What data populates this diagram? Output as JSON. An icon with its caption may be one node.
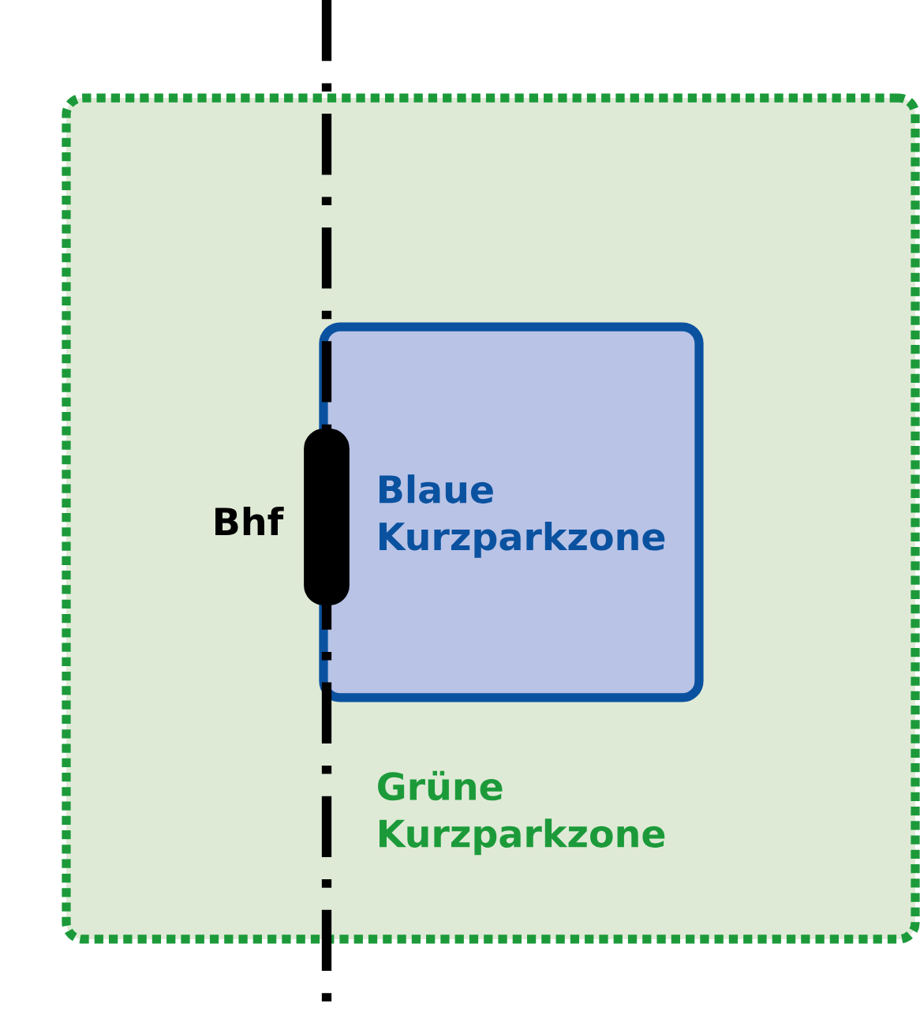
{
  "diagram": {
    "nodes": [
      {
        "text": [
          "Grüne Kurzparkzone"
        ]
      },
      {
        "text": [
          "Blaue Kurzparkzone"
        ],
        "in": 0
      },
      {
        "text": [],
        "shape": "bar",
        "beside": [
          "Bhf"
        ],
        "in": 0
      }
    ]
  }
}
